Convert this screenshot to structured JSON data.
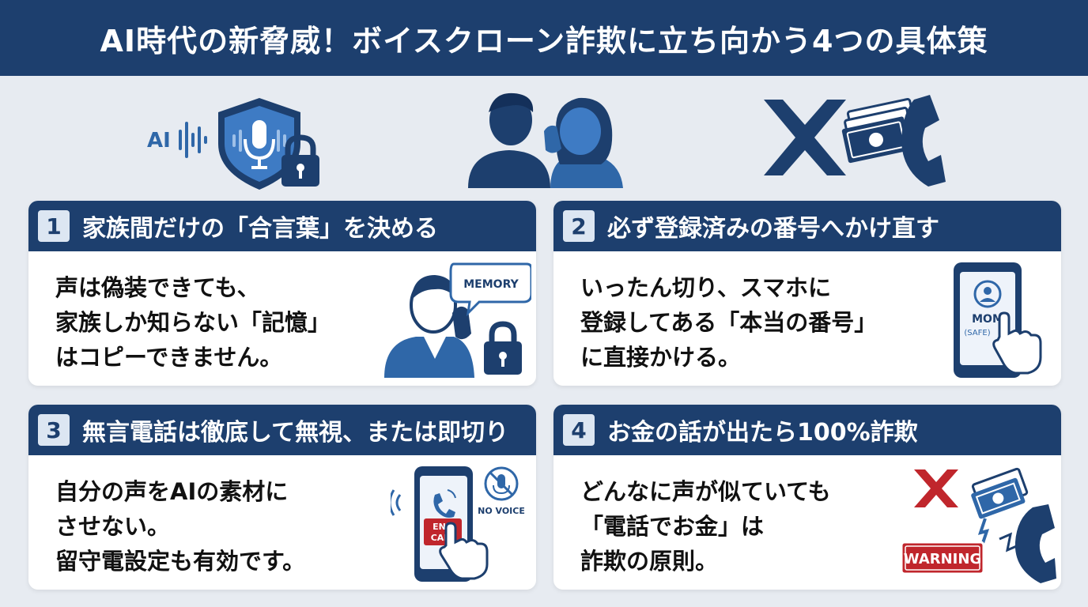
{
  "header": {
    "title": "AI時代の新脅威！ボイスクローン詐欺に立ち向かう4つの具体策"
  },
  "top_icons": {
    "ai_label": "AI"
  },
  "cards": [
    {
      "num": "1",
      "title": "家族間だけの「合言葉」を決める",
      "lines": [
        "声は偽装できても、",
        "家族しか知らない「記憶」",
        "はコピーできません。"
      ],
      "bubble": "MEMORY"
    },
    {
      "num": "2",
      "title": "必ず登録済みの番号へかけ直す",
      "lines": [
        "いったん切り、スマホに",
        "登録してある「本当の番号」",
        "に直接かける。"
      ],
      "phone_name": "MOM",
      "phone_sub": "(SAFE)"
    },
    {
      "num": "3",
      "title": "無言電話は徹底して無視、または即切り",
      "lines": [
        "自分の声をAIの素材に",
        "させない。",
        "留守電設定も有効です。"
      ],
      "end_call_1": "END",
      "end_call_2": "CALL",
      "no_voice": "NO VOICE"
    },
    {
      "num": "4",
      "title": "お金の話が出たら100%詐欺",
      "lines": [
        "どんなに声が似ていても",
        "「電話でお金」は",
        "詐欺の原則。"
      ],
      "warning": "WARNING"
    }
  ],
  "colors": {
    "navy": "#1d3f6e",
    "blue": "#2f67a8",
    "light_blue": "#5b8fcd",
    "red": "#c0262c"
  }
}
